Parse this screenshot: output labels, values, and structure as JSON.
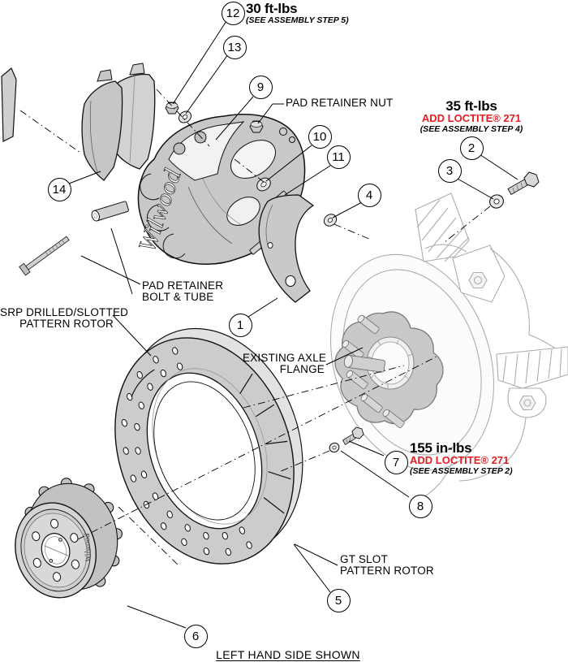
{
  "colors": {
    "line": "#000000",
    "light_line": "#adadad",
    "part_gray": "#c9c9c9",
    "accent_red": "#e31e24"
  },
  "brand": {
    "caliper_script": "Wilwood",
    "hat_script": "Wilwood"
  },
  "notes": {
    "n30": {
      "torque": "30 ft-lbs",
      "step": "(SEE ASSEMBLY STEP 5)"
    },
    "n35": {
      "torque": "35 ft-lbs",
      "loctite": "ADD LOCTITE® 271",
      "step": "(SEE ASSEMBLY STEP 4)"
    },
    "n155": {
      "torque": "155 in-lbs",
      "loctite": "ADD LOCTITE® 271",
      "step": "(SEE ASSEMBLY STEP 2)"
    }
  },
  "labels": {
    "pad_retainer_nut": "PAD RETAINER NUT",
    "pad_retainer_bolt_l1": "PAD RETAINER",
    "pad_retainer_bolt_l2": "BOLT & TUBE",
    "srp_l1": "SRP DRILLED/SLOTTED",
    "srp_l2": "PATTERN ROTOR",
    "axle_l1": "EXISTING AXLE",
    "axle_l2": "FLANGE",
    "gt_l1": "GT SLOT",
    "gt_l2": "PATTERN ROTOR"
  },
  "callouts": {
    "c1": "1",
    "c2": "2",
    "c3": "3",
    "c4": "4",
    "c5": "5",
    "c6": "6",
    "c7": "7",
    "c8": "8",
    "c9": "9",
    "c10": "10",
    "c11": "11",
    "c12": "12",
    "c13": "13",
    "c14": "14"
  },
  "footer": {
    "label": "LEFT HAND SIDE SHOWN"
  }
}
